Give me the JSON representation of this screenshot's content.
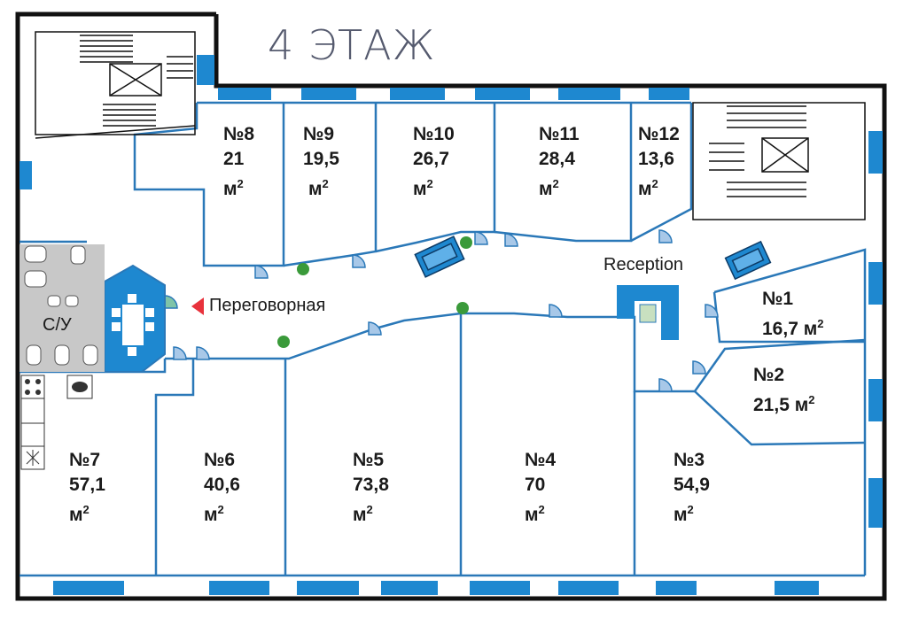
{
  "floor_title": "4 ЭТАЖ",
  "area_unit": "м",
  "area_unit_sup": "2",
  "meeting_room": "Переговорная",
  "reception": "Reception",
  "wc": "С/У",
  "rooms": [
    {
      "no": "№1",
      "area": "16,7"
    },
    {
      "no": "№2",
      "area": "21,5"
    },
    {
      "no": "№3",
      "area": "54,9"
    },
    {
      "no": "№4",
      "area": "70"
    },
    {
      "no": "№5",
      "area": "73,8"
    },
    {
      "no": "№6",
      "area": "40,6"
    },
    {
      "no": "№7",
      "area": "57,1"
    },
    {
      "no": "№8",
      "area": "21"
    },
    {
      "no": "№9",
      "area": "19,5"
    },
    {
      "no": "№10",
      "area": "26,7"
    },
    {
      "no": "№11",
      "area": "28,4"
    },
    {
      "no": "№12",
      "area": "13,6"
    }
  ],
  "colors": {
    "wall": "#111111",
    "partition": "#2a78b8",
    "window": "#1e88d0",
    "wc_fill": "#c8c8c8",
    "accent": "#e8323c",
    "title": "#555a6e"
  },
  "icons": [
    "stair-icon",
    "elevator-icon",
    "sofa-icon",
    "plant-icon",
    "table-icon",
    "toilet-icon",
    "stove-icon",
    "sink-icon"
  ]
}
